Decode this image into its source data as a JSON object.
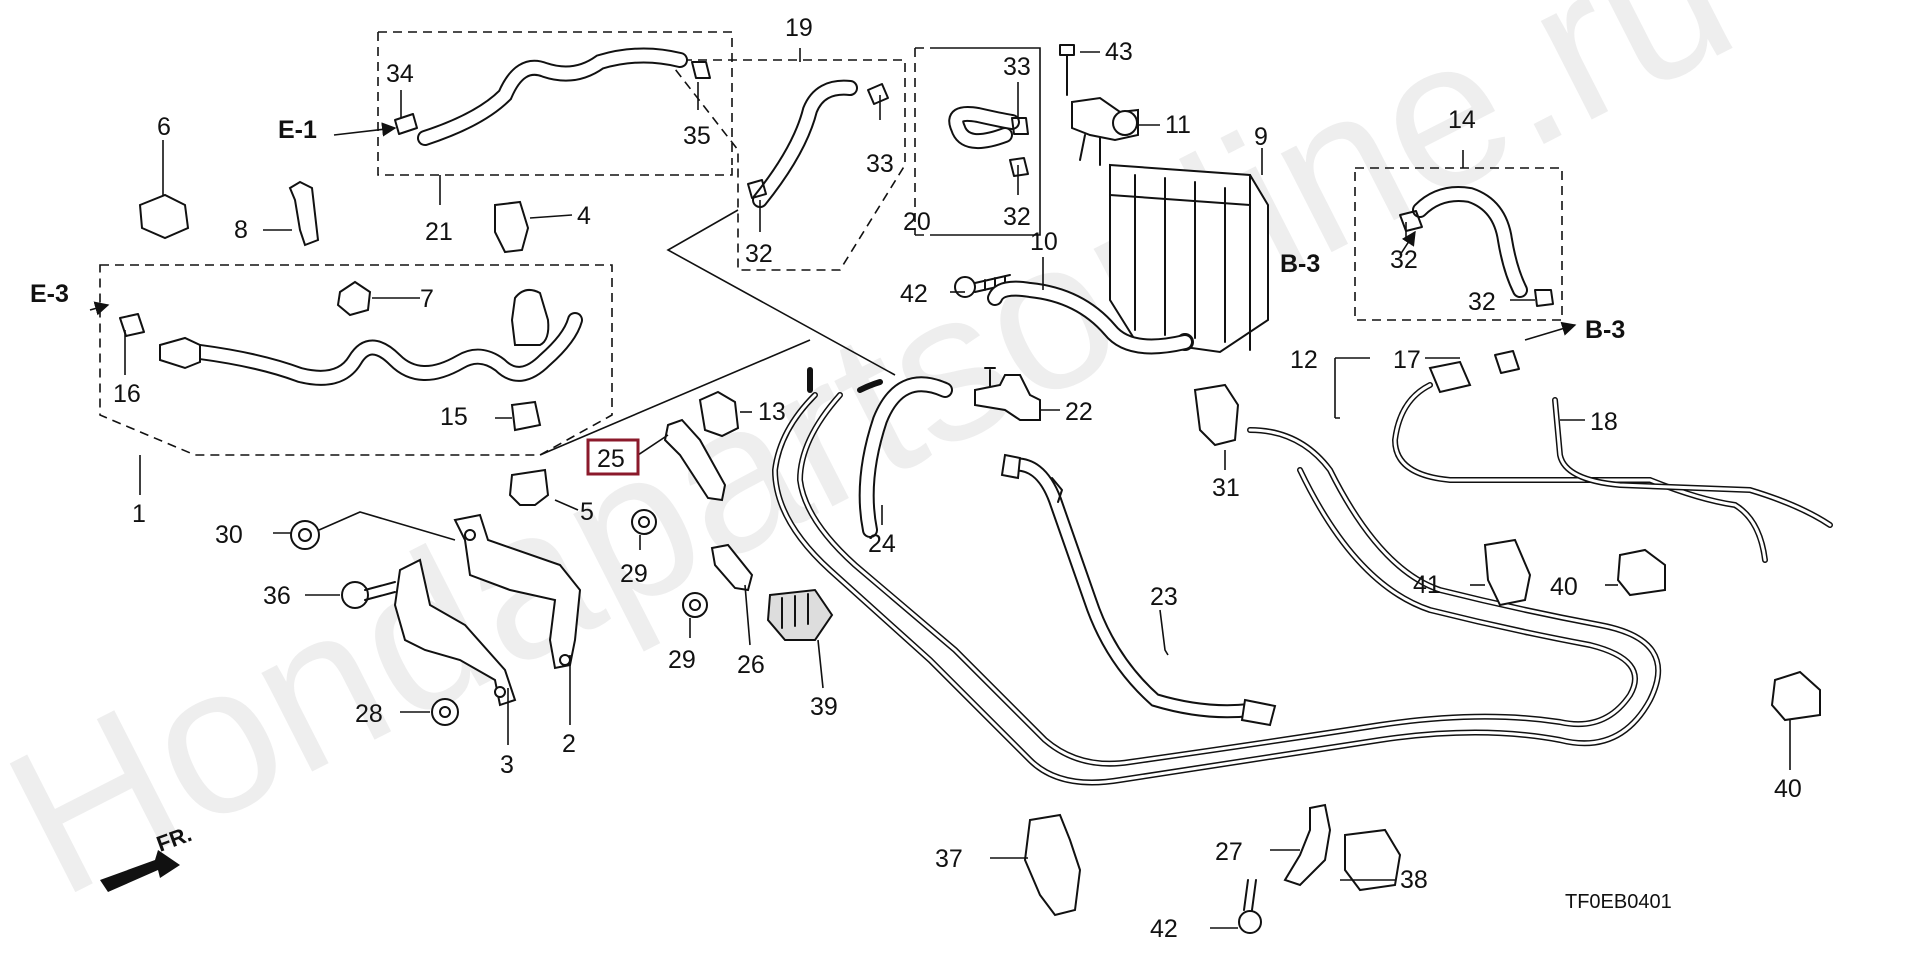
{
  "diagram": {
    "watermark": "Hondapartsonline.ru",
    "drawing_code": "TF0EB0401",
    "front_indicator": "FR.",
    "highlighted_part": "25",
    "callouts": {
      "p1": "1",
      "p2": "2",
      "p3": "3",
      "p4": "4",
      "p5": "5",
      "p6": "6",
      "p7": "7",
      "p8": "8",
      "p9": "9",
      "p10": "10",
      "p11": "11",
      "p12": "12",
      "p13": "13",
      "p14": "14",
      "p15": "15",
      "p16": "16",
      "p17": "17",
      "p18": "18",
      "p19": "19",
      "p20": "20",
      "p21": "21",
      "p22": "22",
      "p23": "23",
      "p24": "24",
      "p25": "25",
      "p26": "26",
      "p27": "27",
      "p28": "28",
      "p29": "29",
      "p30": "30",
      "p31": "31",
      "p32": "32",
      "p33": "33",
      "p34": "34",
      "p35": "35",
      "p36": "36",
      "p37": "37",
      "p38": "38",
      "p39": "39",
      "p40": "40",
      "p41": "41",
      "p42": "42",
      "p43": "43"
    },
    "refs": {
      "e1": "E-1",
      "e3": "E-3",
      "b3": "B-3"
    }
  }
}
